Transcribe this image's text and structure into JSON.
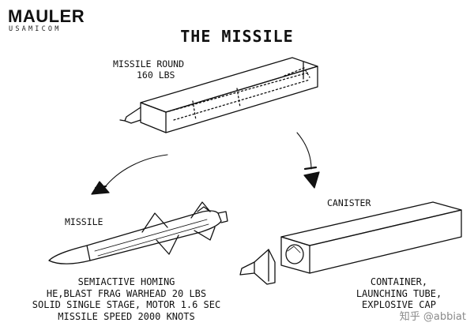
{
  "logo": {
    "main": "MAULER",
    "sub": "USAMICOM"
  },
  "title": "THE MISSILE",
  "missile_round": {
    "line1": "MISSILE ROUND",
    "line2": "160 LBS"
  },
  "missile": {
    "label": "MISSILE",
    "specs": [
      "SEMIACTIVE HOMING",
      "HE,BLAST FRAG WARHEAD 20 LBS",
      "SOLID SINGLE STAGE, MOTOR 1.6 SEC",
      "MISSILE SPEED 2000 KNOTS"
    ]
  },
  "canister": {
    "label": "CANISTER",
    "specs": [
      "CONTAINER,",
      "LAUNCHING TUBE,",
      "EXPLOSIVE CAP"
    ]
  },
  "watermark": "知乎 @abbiat"
}
